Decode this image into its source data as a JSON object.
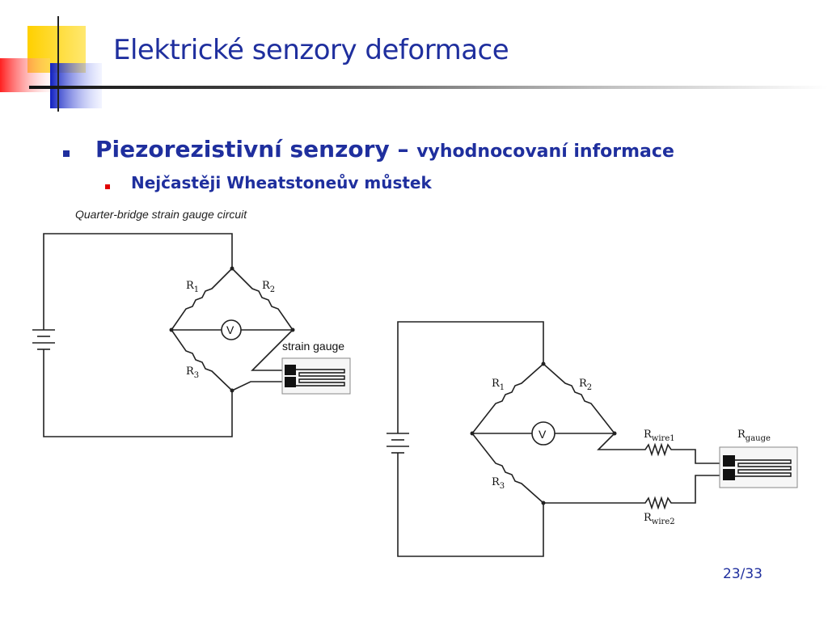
{
  "slide": {
    "title": "Elektrické senzory deformace",
    "bullet_main": "Piezorezistivní senzory –",
    "bullet_main_sub": "vyhodnocovaní informace",
    "bullet_sub": "Nejčastěji Wheatstoneův můstek",
    "page": "23/33"
  },
  "diagram": {
    "caption": "Quarter-bridge strain gauge circuit",
    "left": {
      "r1": "R1",
      "r2": "R2",
      "r3": "R3",
      "meter": "V",
      "gauge_label": "strain gauge"
    },
    "right": {
      "r1": "R1",
      "r2": "R2",
      "r3": "R3",
      "meter": "V",
      "wire1": "Rwire1",
      "wire2": "Rwire2",
      "gauge": "Rgauge"
    }
  },
  "colors": {
    "title": "#1f2f9e",
    "sub_bullet": "#e00000",
    "deco_yellow": "#ffd000",
    "deco_red": "#ff3b3b",
    "deco_blue": "#2a3fd0"
  }
}
